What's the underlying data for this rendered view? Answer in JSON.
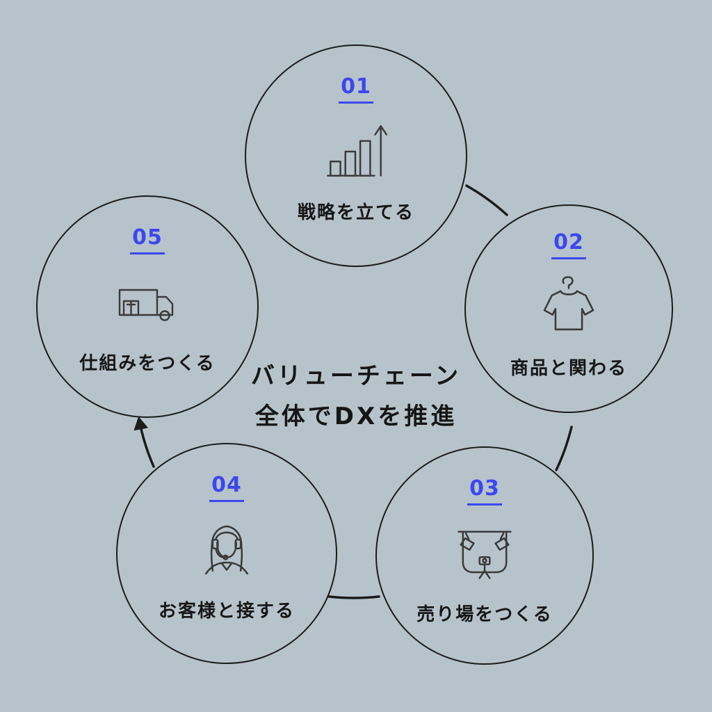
{
  "colors": {
    "background": "#b7c3cb",
    "accent": "#3b47f0",
    "line": "#1b1b1b",
    "text": "#161616",
    "icon": "#3a3a3a"
  },
  "title": {
    "line1": "バリューチェーン",
    "line2": "全体でDXを推進"
  },
  "steps": [
    {
      "number": "01",
      "label": "戦略を立てる",
      "icon": "bar-chart-growth-icon"
    },
    {
      "number": "02",
      "label": "商品と関わる",
      "icon": "shirt-on-hanger-icon"
    },
    {
      "number": "03",
      "label": "売り場をつくる",
      "icon": "photo-studio-icon"
    },
    {
      "number": "04",
      "label": "お客様と接する",
      "icon": "customer-support-agent-icon"
    },
    {
      "number": "05",
      "label": "仕組みをつくる",
      "icon": "delivery-truck-icon"
    }
  ]
}
